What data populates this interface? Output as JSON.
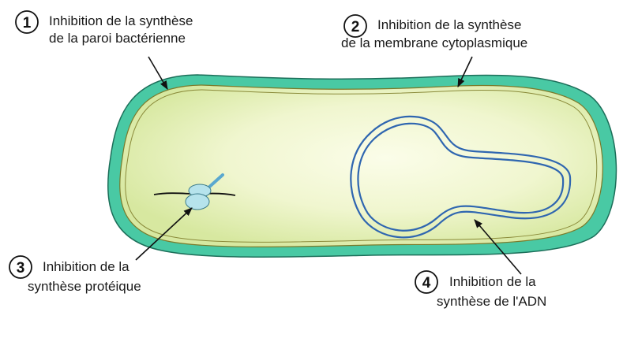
{
  "labels": [
    {
      "number": "1",
      "line1": "Inhibition de la synthèse",
      "line2": "de la paroi bactérienne"
    },
    {
      "number": "2",
      "line1": "Inhibition de la synthèse",
      "line2": "de la membrane cytoplasmique"
    },
    {
      "number": "3",
      "line1": "Inhibition de la",
      "line2": "synthèse protéique"
    },
    {
      "number": "4",
      "line1": "Inhibition de la",
      "line2": "synthèse de l'ADN"
    }
  ],
  "colors": {
    "cell_wall": "#49c9a4",
    "cytoplasm_center": "#fbfde9",
    "cytoplasm_edge": "#d7e8a0",
    "dna": "#2f66b0",
    "ribosome": "#b6e3ec",
    "line": "#111111"
  }
}
